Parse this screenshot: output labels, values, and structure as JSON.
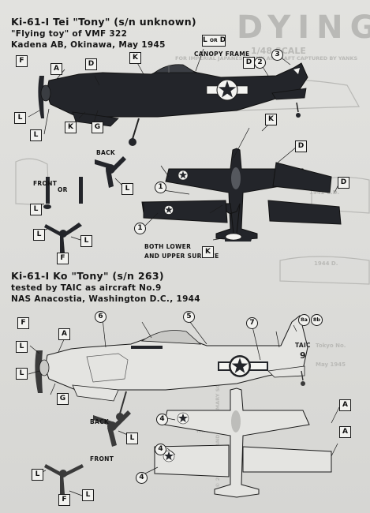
{
  "background_text": {
    "dying": "DYING",
    "line1": "1/48 SCALE",
    "line2": "FOR IMPERIAL JAPANESE ARMY AIRCRAFT CAPTURED BY YANKS",
    "faint": [
      "1942 C.D.",
      "1944 D.",
      "Tokyo No.",
      "TAIU-PEAHN No.17",
      "May 1945",
      "© 2008 MASL AND THE PRIMARY SOURCE"
    ]
  },
  "section1": {
    "title": "Ki-61-I Tei \"Tony\" (s/n unknown)",
    "subtitle": "\"Flying toy\" of VMF 322",
    "location": "Kadena AB, Okinawa, May 1945",
    "notes": {
      "canopy_frame": "CANOPY FRAME",
      "back": "BACK",
      "front": "FRONT",
      "or": "OR",
      "both": "BOTH LOWER",
      "upper": "AND UPPER SURFACE",
      "l_or_d": "OR"
    }
  },
  "section2": {
    "title": "Ki-61-I Ko \"Tony\" (s/n 263)",
    "subtitle": "tested by TAIC as aircraft No.9",
    "location": "NAS Anacostia, Washington D.C., 1944",
    "tail_code": "TAIC",
    "tail_number": "9",
    "notes": {
      "back": "BACK",
      "front": "FRONT"
    }
  },
  "callouts": {
    "A": "A",
    "D": "D",
    "F": "F",
    "G": "G",
    "K": "K",
    "L": "L",
    "c1": "1",
    "c2": "2",
    "c3": "3",
    "c4": "4",
    "c5": "5",
    "c6": "6",
    "c7": "7",
    "c8a": "8a",
    "c8b": "8b"
  },
  "colors": {
    "dark_blue": "#23252a",
    "silver": "#dcdcd9",
    "insignia_white": "#f4f4f1",
    "outline": "#1a1a1a"
  }
}
